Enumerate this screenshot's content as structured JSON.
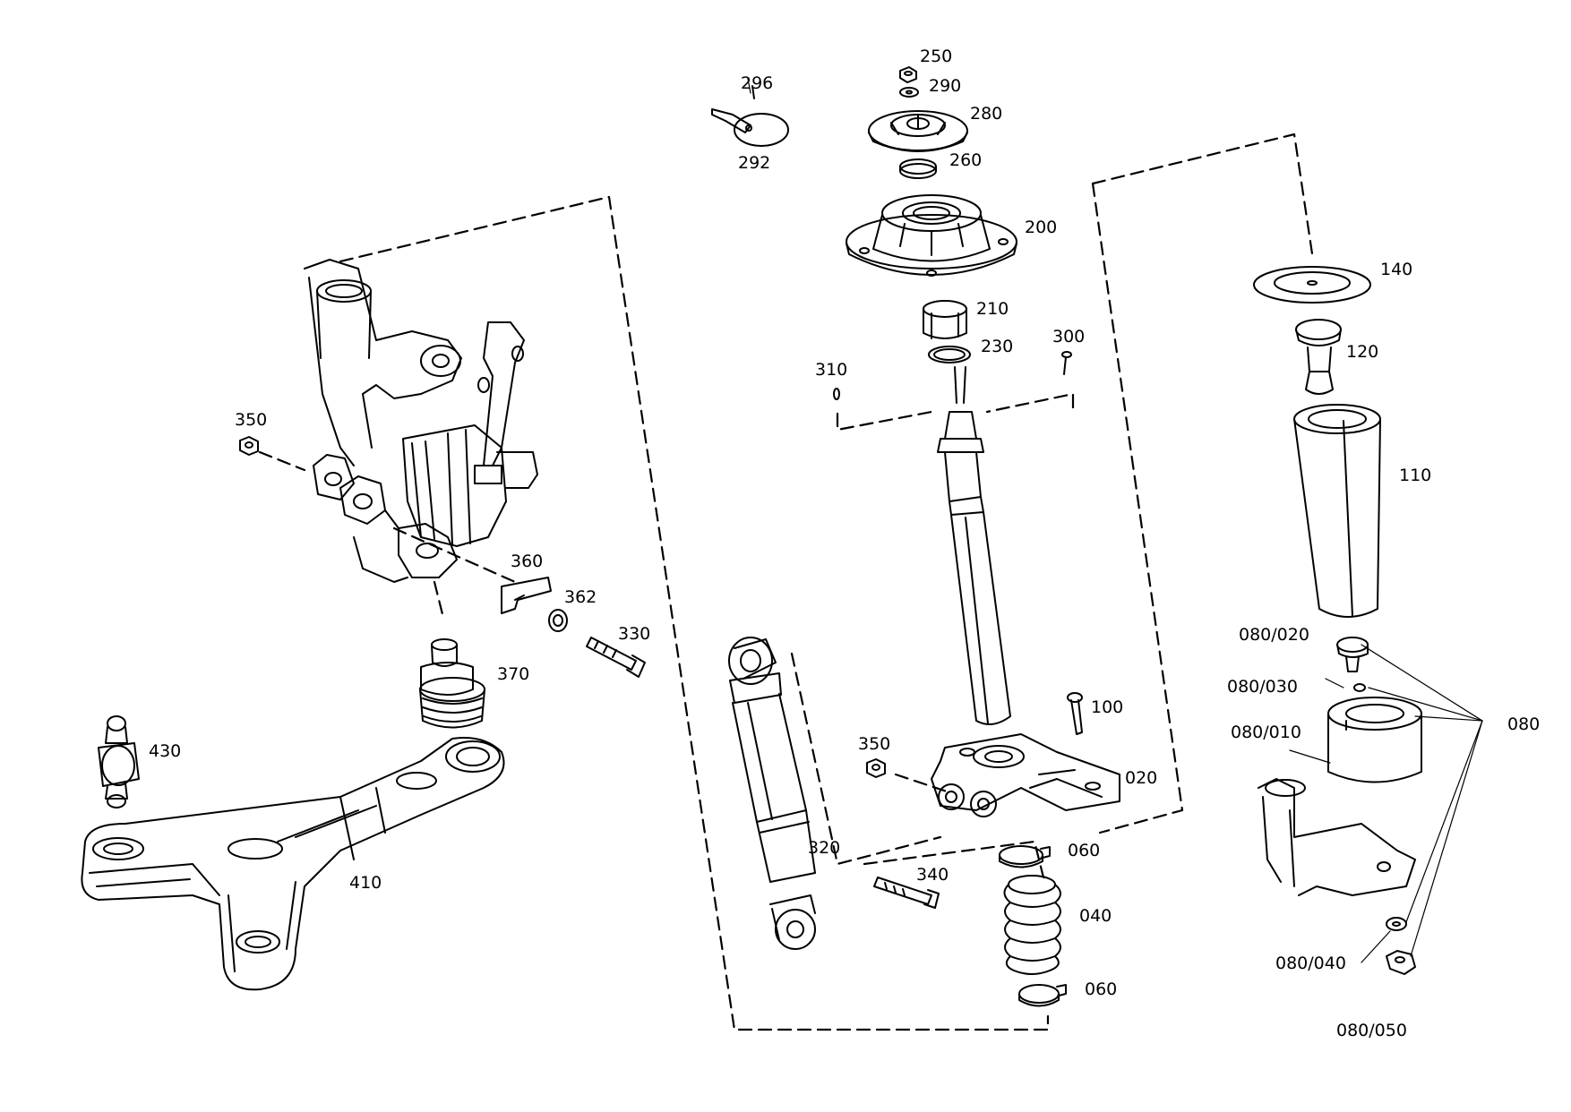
{
  "labels": {
    "p250": "250",
    "p290": "290",
    "p280": "280",
    "p260": "260",
    "p200": "200",
    "p296": "296",
    "p292": "292",
    "p210": "210",
    "p230": "230",
    "p300": "300",
    "p310": "310",
    "p140": "140",
    "p120": "120",
    "p110": "110",
    "p350a": "350",
    "p350b": "350",
    "p360": "360",
    "p362": "362",
    "p330": "330",
    "p370": "370",
    "p430": "430",
    "p410": "410",
    "p320": "320",
    "p340": "340",
    "p100": "100",
    "p020": "020",
    "p060a": "060",
    "p060b": "060",
    "p040": "040",
    "p080_020": "080/020",
    "p080_030": "080/030",
    "p080_010": "080/010",
    "p080": "080",
    "p080_040": "080/040",
    "p080_050": "080/050"
  }
}
